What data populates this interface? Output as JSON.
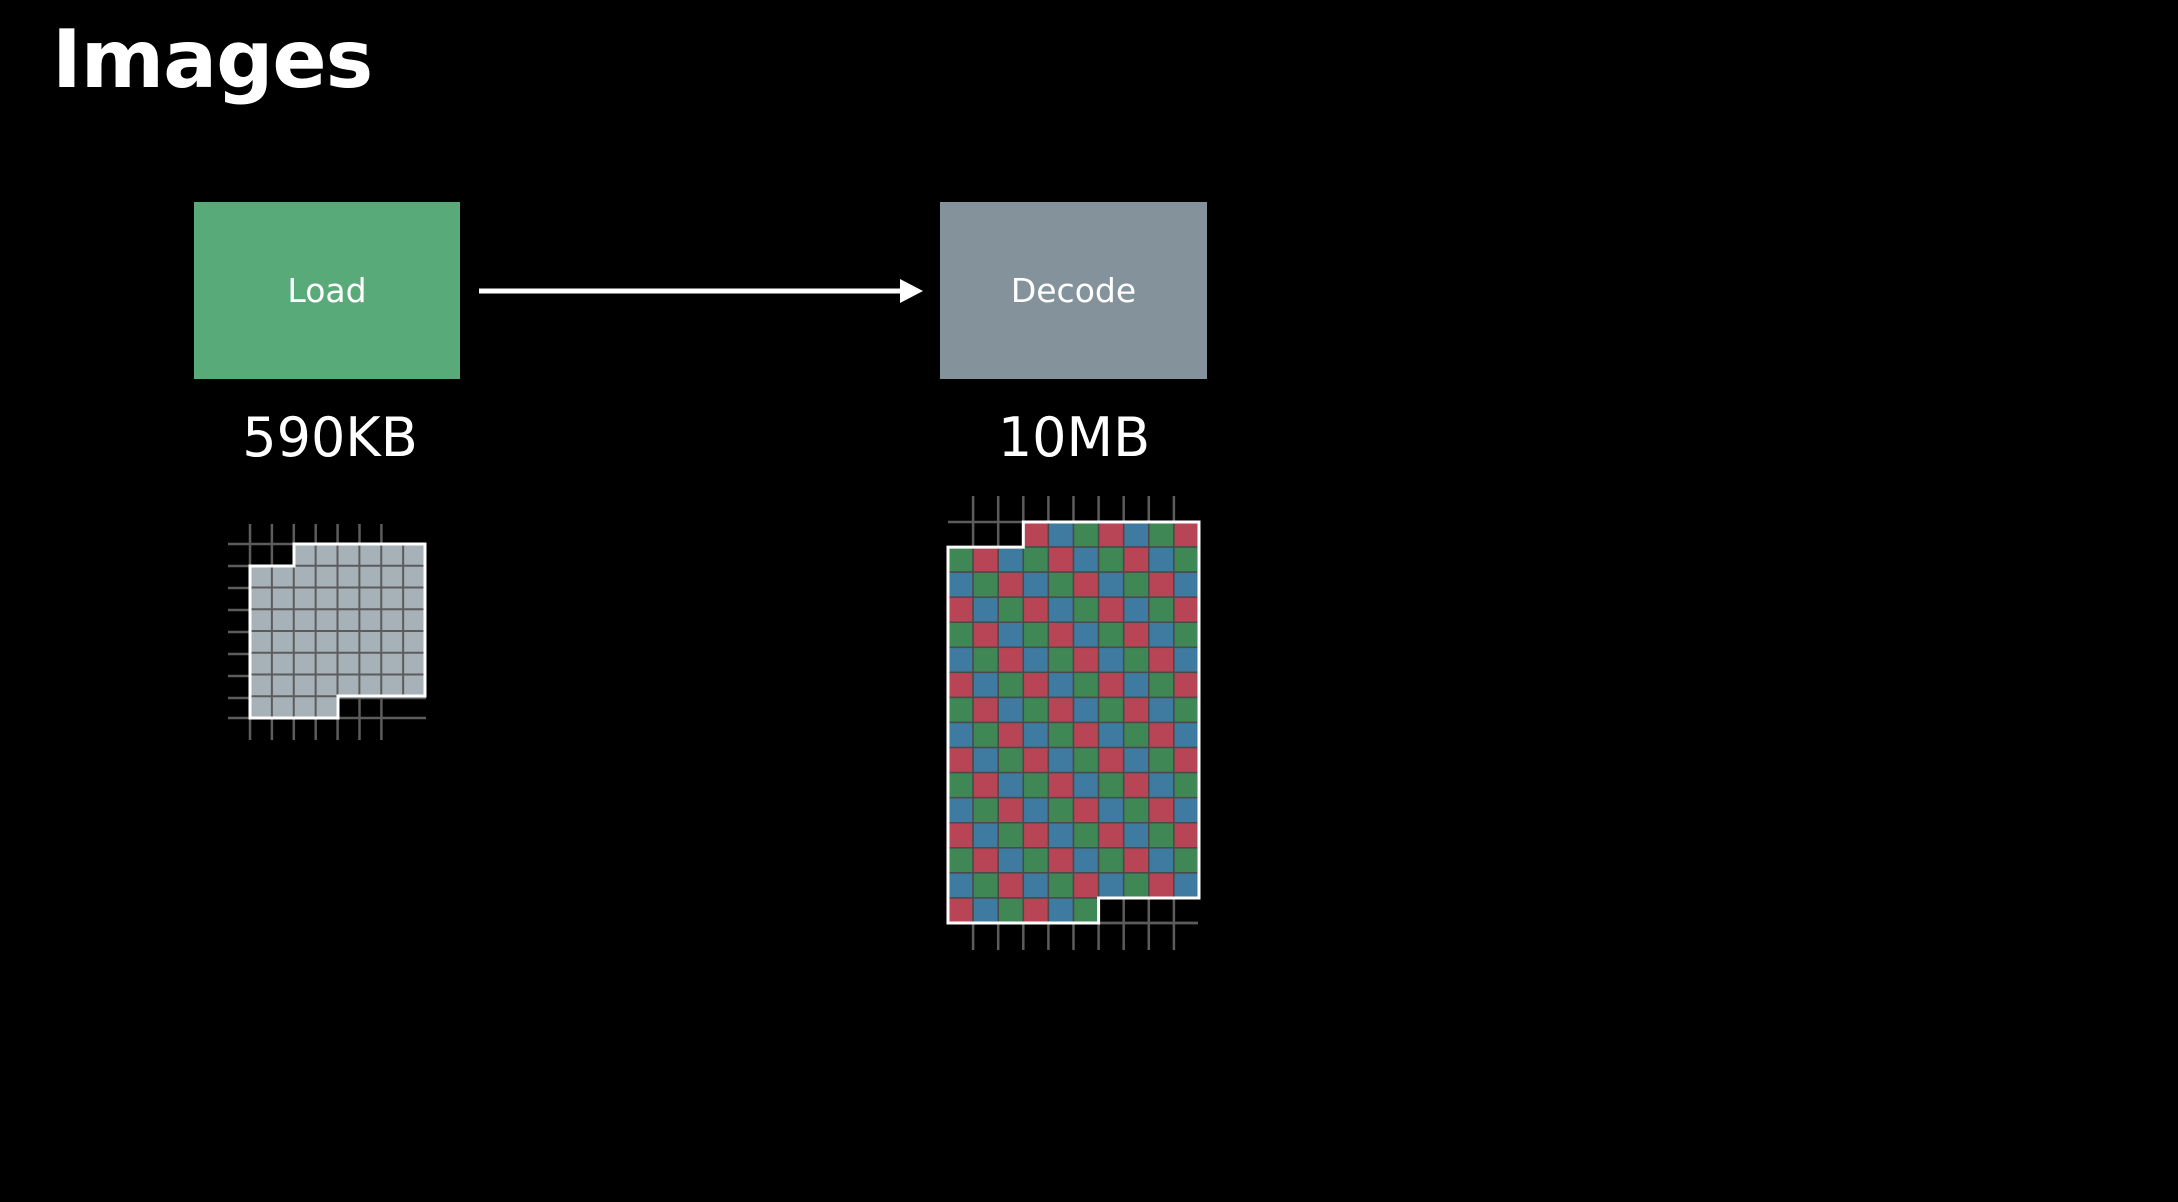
{
  "page": {
    "title": "Images"
  },
  "steps": [
    {
      "label": "Load",
      "size": "590KB",
      "color": "#58ab78"
    },
    {
      "label": "Decode",
      "size": "10MB",
      "color": "#84929b"
    }
  ],
  "colors": {
    "background": "#000000",
    "compressed_cell": "#a7b1b8",
    "pixel_red": "#b84555",
    "pixel_green": "#3f8755",
    "pixel_blue": "#3f7aa1",
    "grid": "#5c5c5c",
    "outline": "#ffffff"
  },
  "icons": {
    "arrow": "arrow-right-icon"
  }
}
